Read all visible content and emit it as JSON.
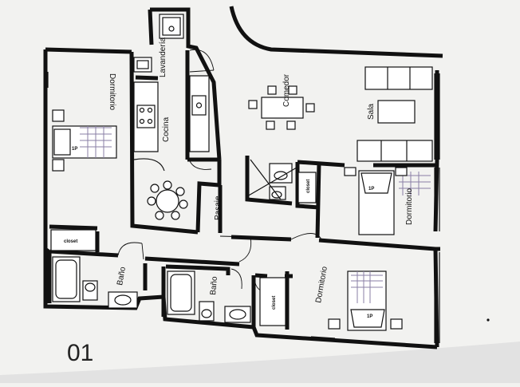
{
  "plan": {
    "rooms": {
      "lavanderia": "Lavandería",
      "cocina": "Cocina",
      "comedor": "Comedor",
      "sala": "Sala",
      "pasaje": "Pasaje",
      "dormitorio_left": "Dormitorio",
      "dormitorio_right": "Dormitorio",
      "dormitorio_bottom": "Dormitorio",
      "bano_left": "Baño",
      "bano_mid": "Baño"
    },
    "closets": {
      "left": "closet",
      "right": "closet",
      "bottom": "closet"
    },
    "bed_labels": {
      "left": "1P",
      "right": "1P",
      "bottom": "1P"
    },
    "unit_number": "01"
  }
}
